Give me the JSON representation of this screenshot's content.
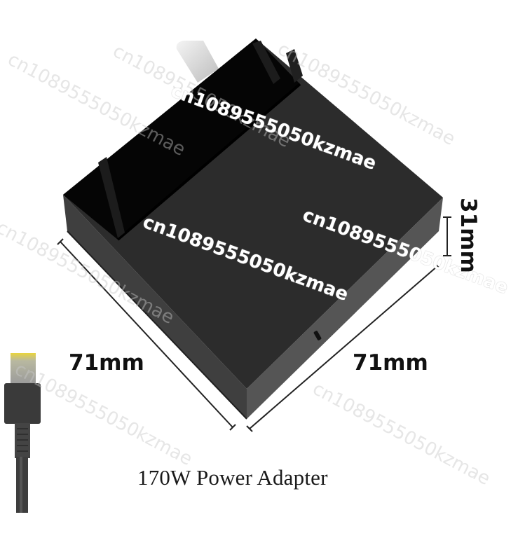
{
  "product": {
    "caption": "170W Power Adapter",
    "dimensions": {
      "length": "71mm",
      "width": "71mm",
      "height": "31mm"
    },
    "colors": {
      "body_top": "#2b2b2b",
      "body_glossy": "#0a0a0a",
      "body_side": "#4a4a4a",
      "connector_tip": "#e8d23a",
      "connector_metal": "#9a9a9a",
      "cable": "#3a3a3a"
    }
  },
  "watermarks": [
    {
      "text": "cn1089555050kzmae"
    },
    {
      "text": "cn1089555050kzmae"
    },
    {
      "text": "cn1089555050kzmae"
    },
    {
      "text": "cn1089555050kzmae"
    },
    {
      "text": "cn1089555050kzmae"
    },
    {
      "text": "cn1089555050kzmae"
    },
    {
      "text": "cn1089555050kzmae"
    },
    {
      "text": "cn1089555050kzmae"
    },
    {
      "text": "cn1089555050kzmae"
    }
  ]
}
